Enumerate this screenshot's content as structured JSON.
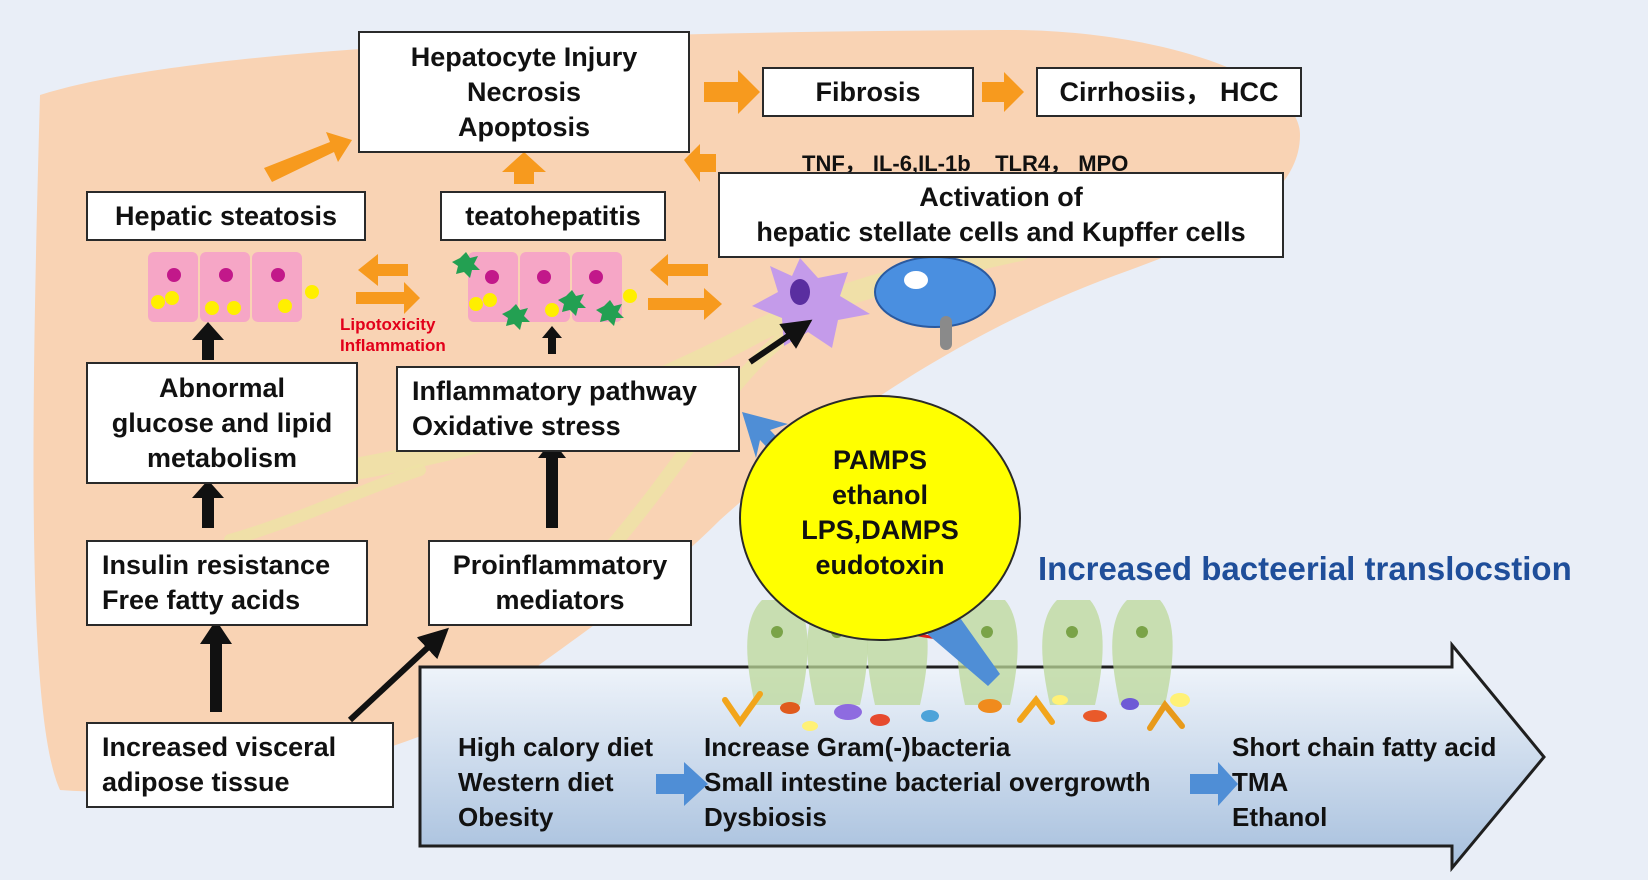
{
  "outcomes": {
    "injury": [
      "Hepatocyte Injury",
      "Necrosis",
      "Apoptosis"
    ],
    "fibrosis": "Fibrosis",
    "cirrhosis": "Cirrhosiis， HCC"
  },
  "cytokines": "TNF， IL-6,IL-1b    TLR4， MPO",
  "activation": [
    "Activation of",
    "hepatic stellate cells and Kupffer cells"
  ],
  "stages": {
    "steatosis": "Hepatic steatosis",
    "steatohepatitis": "teatohepatitis",
    "lipotoxicity": [
      "Lipotoxicity",
      "Inflammation"
    ]
  },
  "mechanisms": {
    "metabolism": [
      "Abnormal",
      "glucose and lipid",
      "metabolism"
    ],
    "inflammation": [
      "Inflammatory pathway",
      "Oxidative stress"
    ],
    "insulin": [
      "Insulin resistance",
      "Free fatty acids"
    ],
    "mediators": [
      "Proinflammatory",
      "mediators"
    ],
    "visceral": [
      "Increased visceral",
      "adipose tissue"
    ]
  },
  "pathogens": [
    "PAMPS",
    "ethanol",
    "LPS,DAMPS",
    "eudotoxin"
  ],
  "translocation": "Increased bacteerial translocstion",
  "gut": {
    "diet": [
      "High calory diet",
      "Western diet",
      "Obesity"
    ],
    "bacteria": [
      "Increase Gram(-)bacteria",
      "Small intestine bacterial overgrowth",
      "Dysbiosis"
    ],
    "metabolites": [
      "Short chain fatty acid",
      "TMA",
      "Ethanol"
    ]
  },
  "colors": {
    "liver": "#f9d3b4",
    "orange_arrow": "#f79a1e",
    "yellow_ellipse": "#ffff00",
    "blue_title": "#1f4e9a",
    "red_label": "#e2001a"
  }
}
